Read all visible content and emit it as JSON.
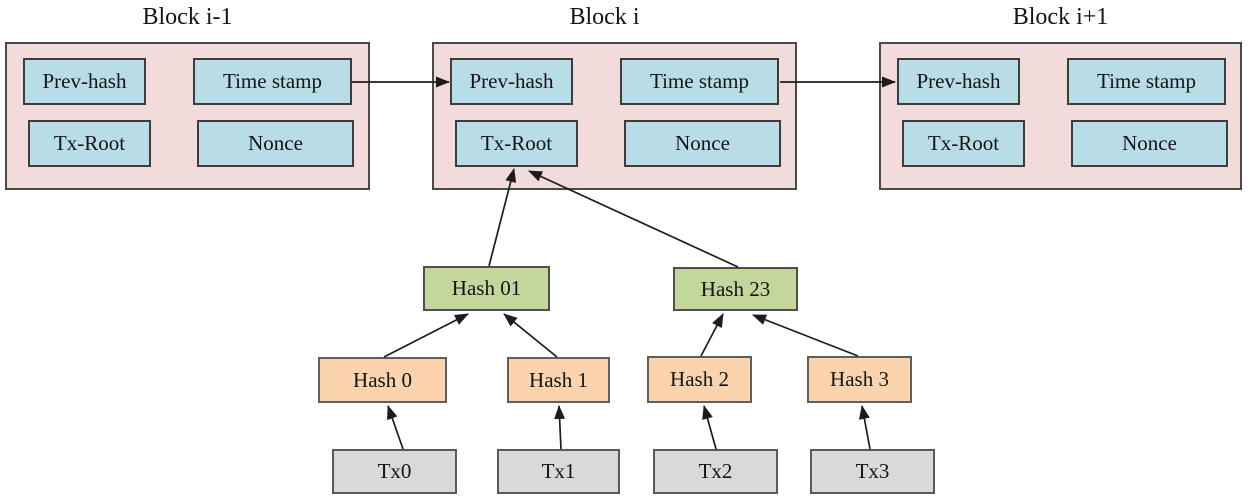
{
  "diagram": {
    "blocks": [
      {
        "title": "Block i-1",
        "fields": [
          "Prev-hash",
          "Time stamp",
          "Tx-Root",
          "Nonce"
        ]
      },
      {
        "title": "Block i",
        "fields": [
          "Prev-hash",
          "Time stamp",
          "Tx-Root",
          "Nonce"
        ]
      },
      {
        "title": "Block i+1",
        "fields": [
          "Prev-hash",
          "Time stamp",
          "Tx-Root",
          "Nonce"
        ]
      }
    ],
    "merkle_tree": {
      "parent_hashes": [
        "Hash 01",
        "Hash 23"
      ],
      "leaf_hashes": [
        "Hash 0",
        "Hash 1",
        "Hash 2",
        "Hash 3"
      ],
      "transactions": [
        "Tx0",
        "Tx1",
        "Tx2",
        "Tx3"
      ]
    },
    "colors": {
      "block_fill": "#f2dcdb",
      "field_fill": "#b8dde6",
      "parent_hash_fill": "#c3d69b",
      "leaf_hash_fill": "#fbd4ad",
      "tx_fill": "#d9d9d9",
      "border": "#4a4a4a",
      "arrow": "#1c1c1c"
    }
  }
}
